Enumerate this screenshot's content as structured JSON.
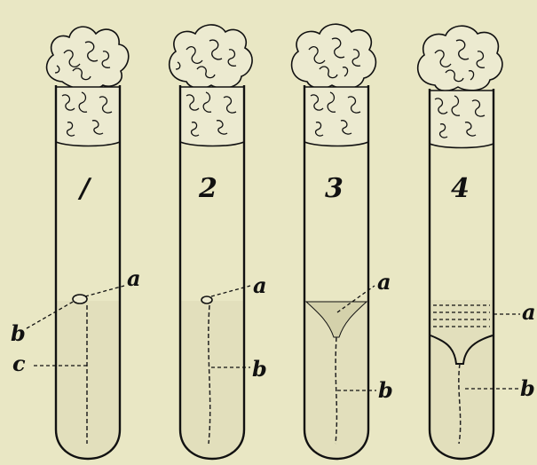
{
  "tubes": [
    {
      "number": "/",
      "labels": [
        "a",
        "b",
        "c"
      ]
    },
    {
      "number": "2",
      "labels": [
        "a",
        "b"
      ]
    },
    {
      "number": "3",
      "labels": [
        "a",
        "b"
      ]
    },
    {
      "number": "4",
      "labels": [
        "a",
        "b"
      ]
    }
  ],
  "colors": {
    "paper": "#e9e7c4",
    "ink": "#111111"
  }
}
